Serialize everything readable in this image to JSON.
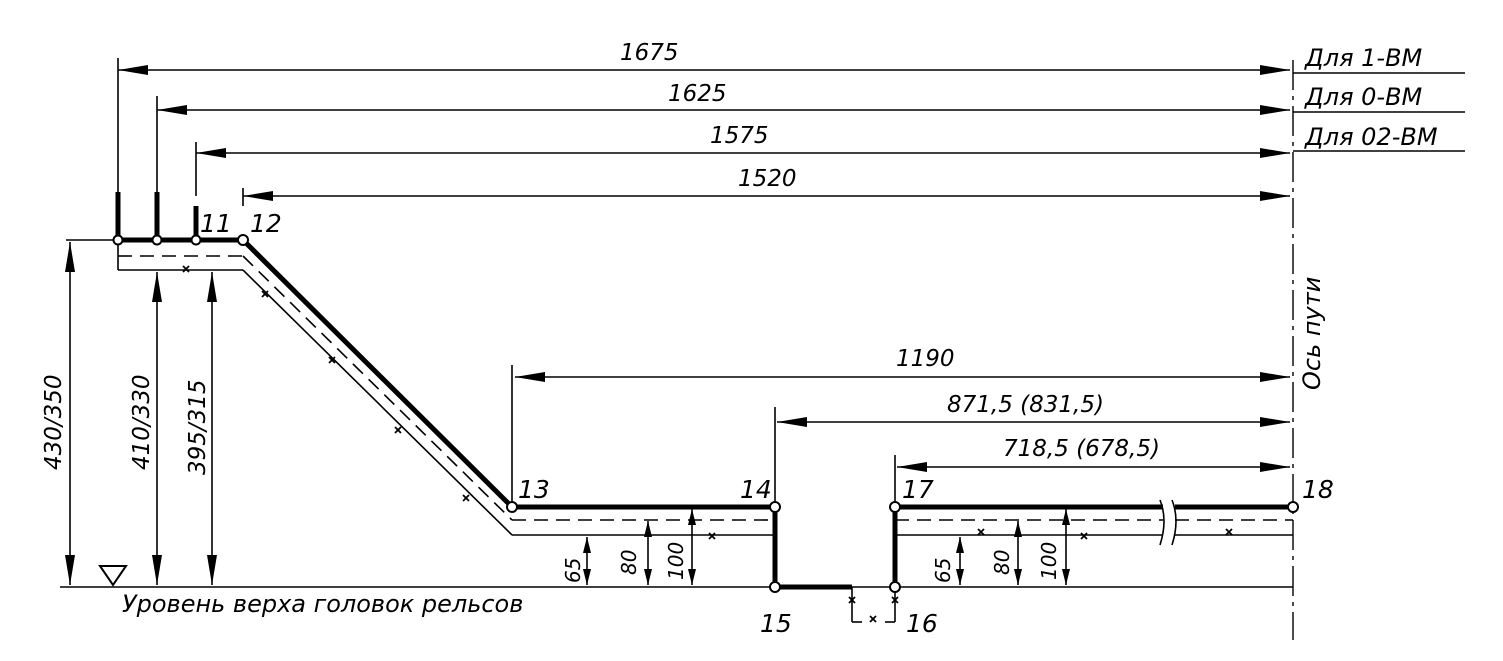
{
  "dimensions": {
    "d1675": "1675",
    "d1625": "1625",
    "d1575": "1575",
    "d1520": "1520",
    "d1190": "1190",
    "d871": "871,5 (831,5)",
    "d718": "718,5 (678,5)",
    "v430": "430/350",
    "v410": "410/330",
    "v395": "395/315",
    "v65a": "65",
    "v80a": "80",
    "v100a": "100",
    "v65b": "65",
    "v80b": "80",
    "v100b": "100"
  },
  "legend": {
    "row1": "Для 1-ВМ",
    "row2": "Для 0-ВМ",
    "row3": "Для 02-ВМ"
  },
  "points": {
    "p11": "11",
    "p12": "12",
    "p13": "13",
    "p14": "14",
    "p15": "15",
    "p16": "16",
    "p17": "17",
    "p18": "18"
  },
  "labels": {
    "track_axis": "Ось пути",
    "rail_level": "Уровень верха головок рельсов"
  }
}
